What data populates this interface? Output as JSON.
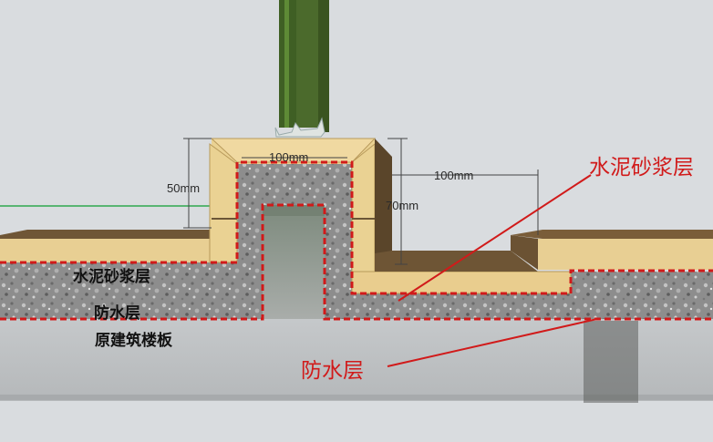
{
  "dimensions": {
    "curb_width": "100mm",
    "curb_height": "50mm",
    "side_height": "70mm",
    "offset": "100mm"
  },
  "labels": {
    "left_mortar": "水泥砂浆层",
    "left_waterproof": "防水层",
    "left_slab": "原建筑楼板",
    "callout_mortar": "水泥砂浆层",
    "callout_waterproof": "防水层"
  },
  "colors": {
    "background": "#d9dcdf",
    "mortar": "#e9cd8e",
    "gravel": "#8f8f8f",
    "waterproof_line": "#d11a1a",
    "glass_frame": "#4b6a2c"
  }
}
